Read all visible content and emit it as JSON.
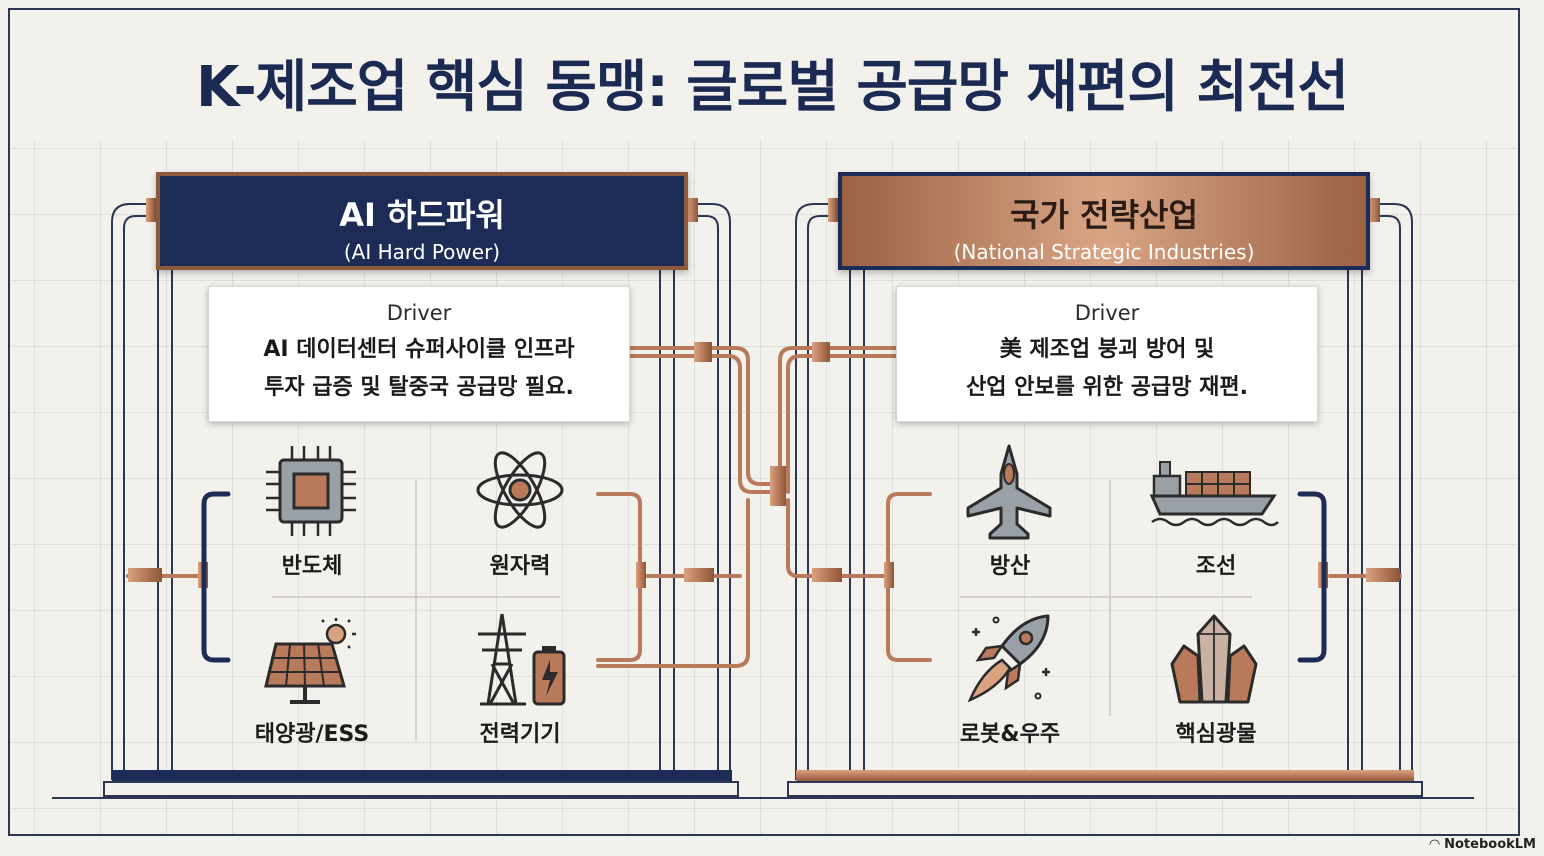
{
  "title": "K-제조업 핵심 동맹: 글로벌 공급망 재편의 최전선",
  "left": {
    "header": "AI 하드파워",
    "header_sub": "(AI Hard Power)",
    "driver_label": "Driver",
    "driver_line1": "AI 데이터센터 슈퍼사이클 인프라",
    "driver_line2": "투자 급증 및 탈중국 공급망 필요.",
    "items": [
      {
        "label": "반도체",
        "icon": "chip-icon"
      },
      {
        "label": "원자력",
        "icon": "atom-icon"
      },
      {
        "label": "태양광/ESS",
        "icon": "solar-panel-icon"
      },
      {
        "label": "전력기기",
        "icon": "power-tower-icon"
      }
    ]
  },
  "right": {
    "header": "국가 전략산업",
    "header_sub": "(National Strategic Industries)",
    "driver_label": "Driver",
    "driver_line1": "美 제조업 붕괴 방어 및",
    "driver_line2": "산업 안보를 위한 공급망 재편.",
    "items": [
      {
        "label": "방산",
        "icon": "fighter-jet-icon"
      },
      {
        "label": "조선",
        "icon": "cargo-ship-icon"
      },
      {
        "label": "로봇&우주",
        "icon": "rocket-icon"
      },
      {
        "label": "핵심광물",
        "icon": "crystal-icon"
      }
    ]
  },
  "watermark": "NotebookLM",
  "colors": {
    "navy": "#1c2c56",
    "copper": "#b87a5a",
    "background": "#f3f1ec"
  }
}
